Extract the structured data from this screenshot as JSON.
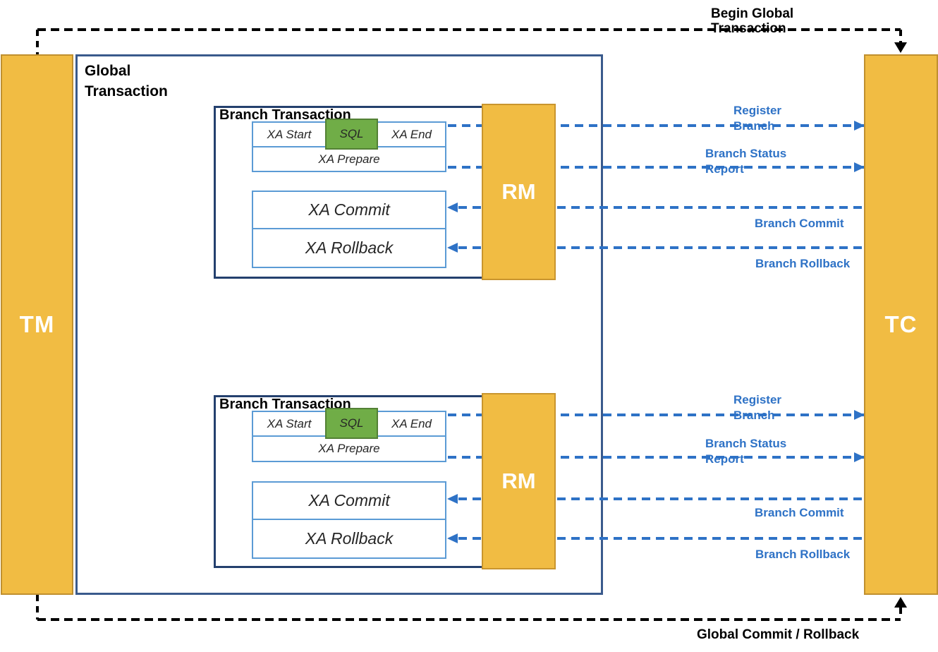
{
  "diagram": {
    "tm_label": "TM",
    "tc_label": "TC",
    "global_transaction_title": "Global Transaction",
    "begin_global_label": "Begin Global Transaction",
    "global_commit_label": "Global Commit / Rollback",
    "branches": [
      {
        "title": "Branch Transaction",
        "rm_label": "RM",
        "xa_start": "XA Start",
        "sql": "SQL",
        "xa_end": "XA End",
        "xa_prepare": "XA Prepare",
        "xa_commit": "XA Commit",
        "xa_rollback": "XA Rollback",
        "register_branch": "Register Branch",
        "branch_status_report": "Branch Status Report",
        "branch_commit": "Branch Commit",
        "branch_rollback": "Branch Rollback"
      },
      {
        "title": "Branch Transaction",
        "rm_label": "RM",
        "xa_start": "XA Start",
        "sql": "SQL",
        "xa_end": "XA End",
        "xa_prepare": "XA Prepare",
        "xa_commit": "XA Commit",
        "xa_rollback": "XA Rollback",
        "register_branch": "Register Branch",
        "branch_status_report": "Branch Status Report",
        "branch_commit": "Branch Commit",
        "branch_rollback": "Branch Rollback"
      }
    ],
    "colors": {
      "actor_fill": "#F1BC43",
      "actor_border": "#C0902F",
      "global_border": "#3A5A8C",
      "branch_border": "#24406E",
      "inner_border": "#5B9BD5",
      "sql_fill": "#70AD47",
      "sql_border": "#538135",
      "flow_blue": "#2E72C6",
      "flow_black": "#000000"
    }
  }
}
